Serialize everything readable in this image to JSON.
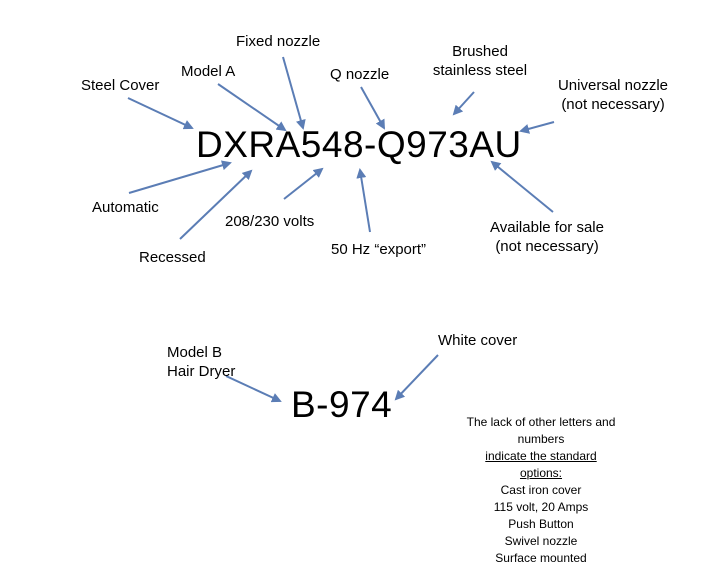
{
  "colors": {
    "arrow": "#5B7DB5",
    "text": "#000000"
  },
  "model_a": {
    "code": "DXRA548-Q973AU",
    "labels": {
      "fixed_nozzle": "Fixed nozzle",
      "model_a": "Model A",
      "steel_cover": "Steel Cover",
      "q_nozzle": "Q nozzle",
      "brushed_line1": "Brushed",
      "brushed_line2": "stainless steel",
      "universal_line1": "Universal nozzle",
      "universal_line2": "(not necessary)",
      "automatic": "Automatic",
      "recessed": "Recessed",
      "volts": "208/230 volts",
      "hz": "50 Hz “export”",
      "available_line1": "Available for sale",
      "available_line2": "(not necessary)"
    }
  },
  "model_b": {
    "code": "B-974",
    "labels": {
      "model_b_line1": "Model B",
      "model_b_line2": "Hair Dryer",
      "white_cover": "White cover"
    }
  },
  "standard_note": {
    "intro": "The lack of other letters and numbers",
    "underlined": "indicate the standard options:",
    "options": [
      "Cast iron cover",
      "115 volt, 20 Amps",
      "Push Button",
      "Swivel nozzle",
      "Surface mounted"
    ]
  }
}
